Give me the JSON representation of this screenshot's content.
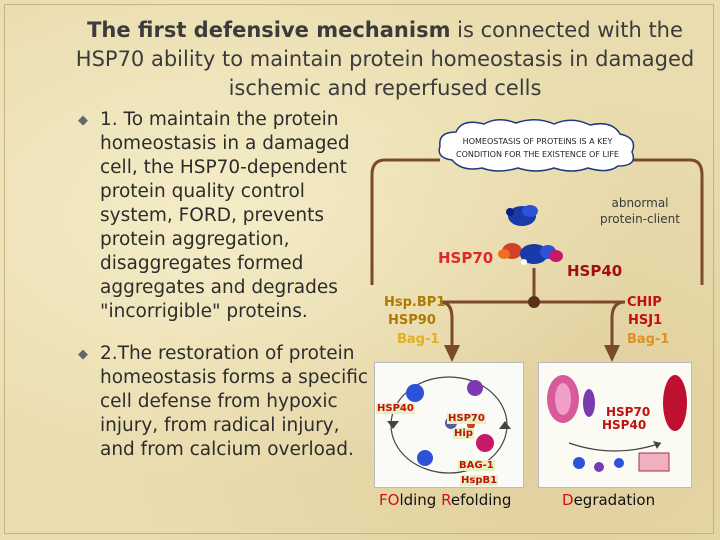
{
  "title": {
    "bold": "The first defensive mechanism",
    "rest": " is connected with the HSP70 ability to maintain protein homeostasis in damaged ischemic and  reperfused cells"
  },
  "bullets": [
    "1. To maintain the protein homeostasis in a damaged cell, the HSP70-dependent protein quality control system, FORD, prevents protein aggregation, disaggregates formed aggregates and degrades \"incorrigible\" proteins.",
    "2.The restoration of protein homeostasis forms a specific cell defense from hypoxic injury, from radical injury, and from calcium overload."
  ],
  "diagram": {
    "cloud_text": "HOMEOSTASIS OF PROTEINS IS A KEY CONDITION FOR THE EXISTENCE OF LIFE",
    "abnormal": "abnormal protein-client",
    "hsp70": "HSP70",
    "hsp40": "HSP40",
    "left_group": [
      "Hsp.BP1",
      "HSP90",
      "Bag-1"
    ],
    "right_group": [
      "CHIP",
      "HSJ1",
      "Bag-1"
    ],
    "left_photo_labels": [
      "HSP40",
      "HSP70",
      "Hip",
      "BAG-1",
      "HspB1"
    ],
    "right_photo_labels": [
      "HSP70",
      "HSP40"
    ],
    "caption_left": {
      "a": "FO",
      "b": "lding ",
      "c": "R",
      "d": "efolding"
    },
    "caption_right": {
      "a": "D",
      "b": "egradation"
    }
  }
}
